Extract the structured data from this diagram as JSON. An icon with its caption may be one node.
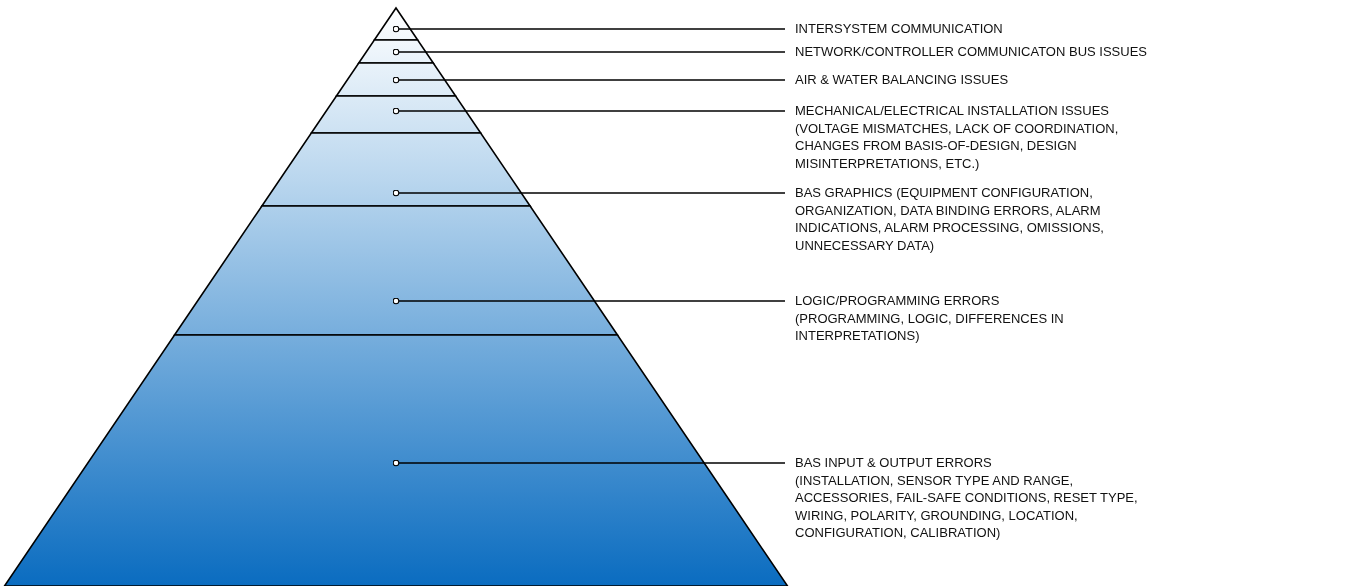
{
  "diagram": {
    "nodes": [
      {
        "text": [],
        "shape": "band"
      },
      {
        "text": [],
        "shape": "band"
      },
      {
        "text": [],
        "shape": "band"
      },
      {
        "text": [],
        "shape": "band"
      },
      {
        "text": [],
        "shape": "band"
      },
      {
        "text": [],
        "shape": "band"
      },
      {
        "text": [],
        "shape": "band"
      },
      {
        "text": [
          "INTERSYSTEM COMMUNICATION"
        ]
      },
      {
        "text": [
          "NETWORK/CONTROLLER COMMUNICATON BUS ISSUES"
        ]
      },
      {
        "text": [
          "AIR & WATER BALANCING ISSUES"
        ]
      },
      {
        "text": [
          "MECHANICAL/ELECTRICAL INSTALLATION ISSUES (VOLTAGE MISMATCHES, LACK OF COORDINATION, CHANGES FROM BASIS-OF-DESIGN, DESIGN MISINTERPRETATIONS, ETC.)"
        ]
      },
      {
        "text": [
          "BAS GRAPHICS (EQUIPMENT CONFIGURATION, ORGANIZATION, DATA BINDING ERRORS, ALARM INDICATIONS, ALARM PROCESSING, OMISSIONS, UNNECESSARY DATA)"
        ]
      },
      {
        "text": [
          "LOGIC/PROGRAMMING ERRORS",
          "(PROGRAMMING, LOGIC, DIFFERENCES IN INTERPRETATIONS)"
        ]
      },
      {
        "text": [
          "BAS INPUT & OUTPUT ERRORS",
          "(INSTALLATION, SENSOR TYPE AND RANGE, ACCESSORIES, FAIL-SAFE CONDITIONS, RESET TYPE, WIRING, POLARITY, GROUNDING, LOCATION, CONFIGURATION, CALIBRATION)"
        ]
      }
    ],
    "edges": [
      {
        "from": 7,
        "to": 0,
        "arrow": "other"
      },
      {
        "from": 8,
        "to": 1,
        "arrow": "other"
      },
      {
        "from": 9,
        "to": 2,
        "arrow": "other"
      },
      {
        "from": 10,
        "to": 3,
        "arrow": "other"
      },
      {
        "from": 11,
        "to": 4,
        "arrow": "other"
      },
      {
        "from": 12,
        "to": 5,
        "arrow": "other"
      },
      {
        "from": 13,
        "to": 6,
        "arrow": "other"
      }
    ]
  }
}
